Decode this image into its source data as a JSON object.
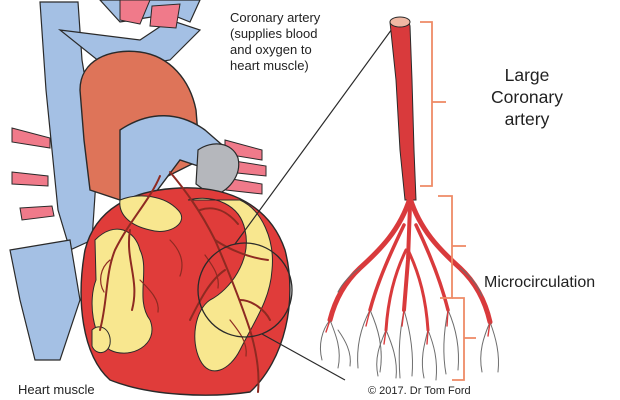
{
  "labels": {
    "coronary_artery": "Coronary artery\n(supplies blood\nand oxygen to\nheart muscle)",
    "large_coronary_artery": "Large\nCoronary\nartery",
    "microcirculation": "Microcirculation",
    "heart_muscle": "Heart muscle",
    "copyright": "© 2017. Dr Tom Ford"
  },
  "colors": {
    "muscle": "#e03c3a",
    "fat": "#f8e78f",
    "vein": "#a4c0e4",
    "aorta": "#de7459",
    "pulmonary": "#f07a8a",
    "artery": "#d93a3c",
    "bracket": "#ee8a66",
    "outline": "#2a2a2a"
  }
}
